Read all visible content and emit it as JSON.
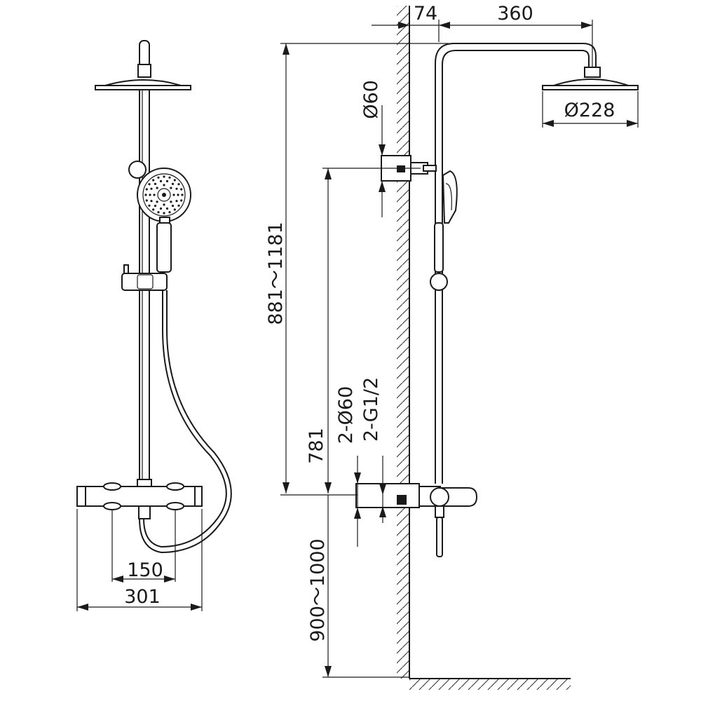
{
  "dimensions": {
    "wall_offset": "74",
    "arm_length": "360",
    "head_diameter": "Ø228",
    "inlet_diameter": "Ø60",
    "total_height_range": "881～1181",
    "bar_height": "781",
    "inlet_cover": "2-Ø60",
    "inlet_thread": "2-G1/2",
    "mount_height_range": "900～1000",
    "inlet_spacing": "150",
    "mixer_width": "301"
  },
  "colors": {
    "line": "#1a1a1a",
    "background": "#ffffff"
  }
}
